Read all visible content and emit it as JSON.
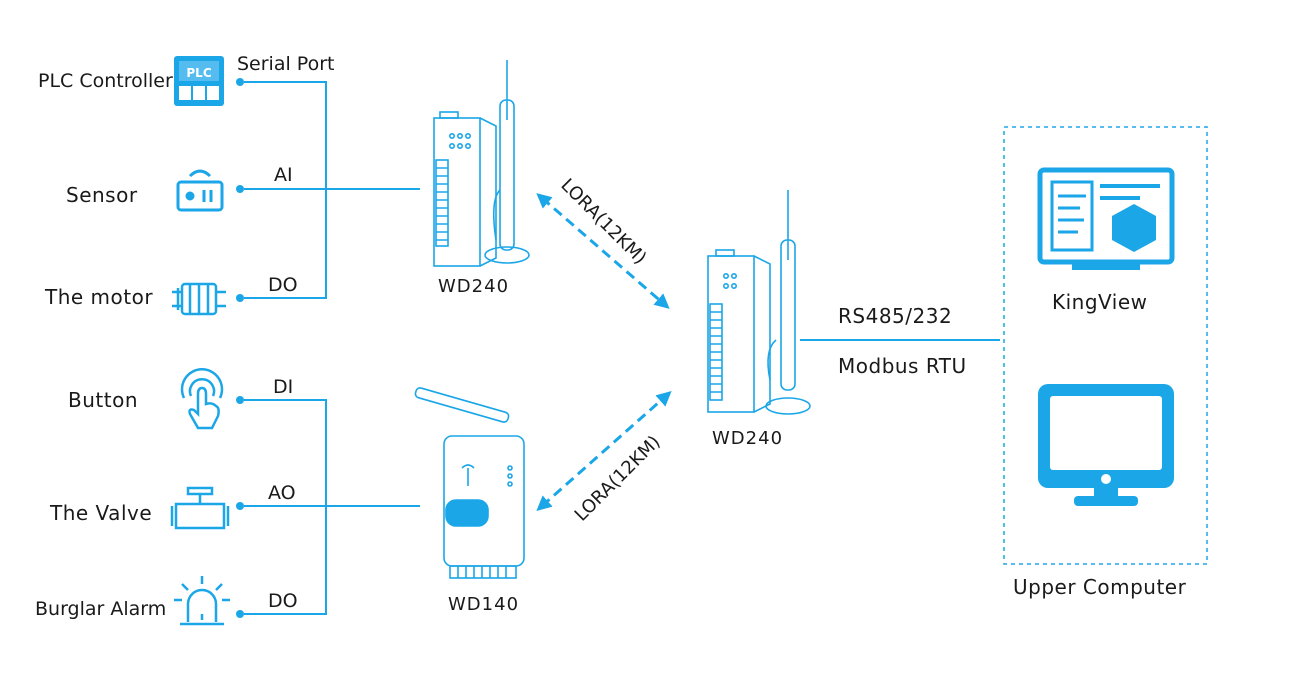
{
  "colors": {
    "accent": "#1ba6e8",
    "text": "#1a1a1a",
    "background": "#ffffff"
  },
  "left_devices": [
    {
      "name": "PLC Controller",
      "signal": "Serial Port",
      "icon": "plc-icon"
    },
    {
      "name": "Sensor",
      "signal": "AI",
      "icon": "sensor-icon"
    },
    {
      "name": "The motor",
      "signal": "DO",
      "icon": "motor-icon"
    },
    {
      "name": "Button",
      "signal": "DI",
      "icon": "button-press-icon"
    },
    {
      "name": "The Valve",
      "signal": "AO",
      "icon": "valve-icon"
    },
    {
      "name": "Burglar Alarm",
      "signal": "DO",
      "icon": "alarm-icon"
    }
  ],
  "icon_text": {
    "plc": "PLC"
  },
  "modules": {
    "wd240_left": "WD240",
    "wd140": "WD140",
    "wd240_center": "WD240"
  },
  "links": {
    "lora_top": "LORA(12KM)",
    "lora_bottom": "LORA(12KM)",
    "bus_protocol": "RS485/232",
    "bus_mode": "Modbus RTU"
  },
  "upper_computer": {
    "title": "Upper Computer",
    "software": "KingView"
  }
}
